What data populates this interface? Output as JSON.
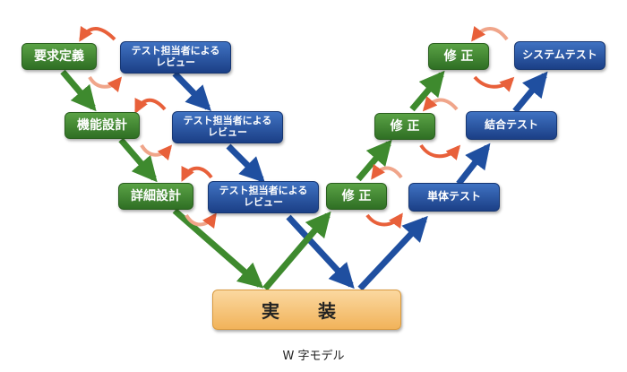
{
  "nodes": {
    "requirements": "要求定義",
    "basic_design": "機能設計",
    "detailed_design": "詳細設計",
    "review_1_line1": "テスト担当者による",
    "review_1_line2": "レビュー",
    "review_2_line1": "テスト担当者による",
    "review_2_line2": "レビュー",
    "review_3_line1": "テスト担当者による",
    "review_3_line2": "レビュー",
    "implementation": "実 装",
    "fix_1": "修 正",
    "fix_2": "修 正",
    "fix_3": "修 正",
    "unit_test": "単体テスト",
    "integration_test": "結合テスト",
    "system_test": "システムテスト"
  },
  "caption": "W 字モデル",
  "colors": {
    "green": "#2f6f24",
    "blue": "#1b3f86",
    "orange": "#f0b060",
    "loop": "#e8603a"
  }
}
